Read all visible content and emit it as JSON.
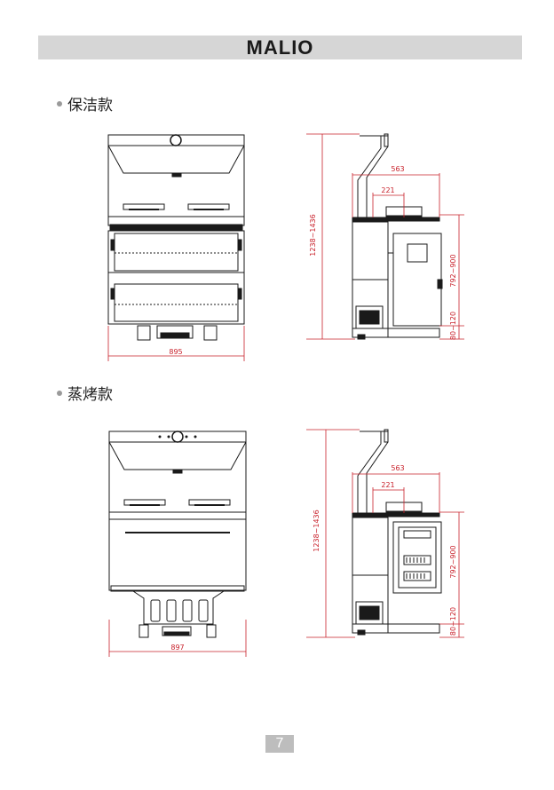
{
  "header": {
    "brand": "MALIO"
  },
  "sections": [
    {
      "title": "保洁款",
      "front_width": "895",
      "height_range": "1238~1436",
      "depth": "563",
      "depth_inner": "221",
      "counter_height": "792~900",
      "base_height": "80~120"
    },
    {
      "title": "蒸烤款",
      "front_width": "897",
      "height_range": "1238~1436",
      "depth": "563",
      "depth_inner": "221",
      "counter_height": "792~900",
      "base_height": "80~120"
    }
  ],
  "footer": {
    "page_number": "7"
  },
  "colors": {
    "dimension": "#c8202a",
    "line": "#1a1a1a",
    "header_bar": "#d6d6d6"
  }
}
